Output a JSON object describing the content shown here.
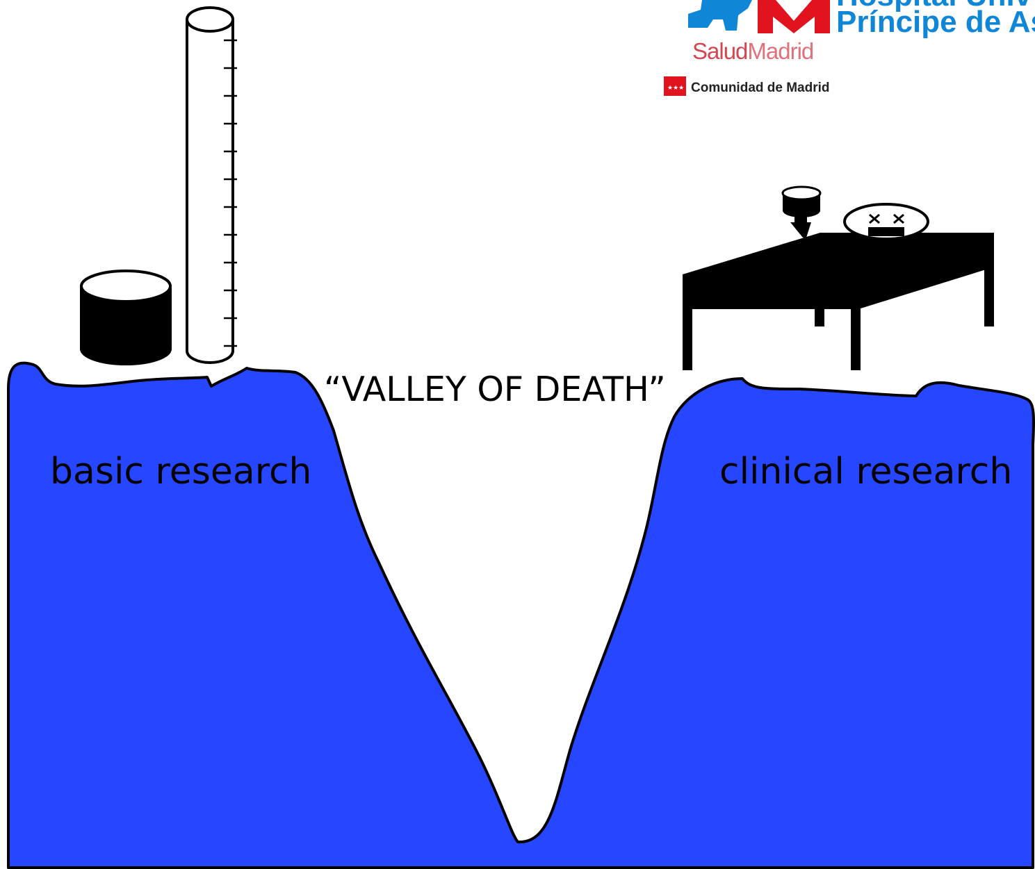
{
  "diagram": {
    "center_label": "“VALLEY OF DEATH”",
    "left_label": "basic research",
    "right_label": "clinical research"
  },
  "logos": {
    "hospital_name_line1": "Hospital Univ",
    "hospital_name_line2": "Príncipe de Ast",
    "salud_part1": "Salud",
    "salud_part2": "Madrid",
    "comunidad": "Comunidad de Madrid"
  },
  "colors": {
    "land": "#2647ff",
    "outline": "#000000",
    "logo_blue": "#0f86d6",
    "logo_red": "#e1131f",
    "salud_text": "#d4454f"
  },
  "icons": [
    "beaker-icon",
    "graduated-cylinder-icon",
    "hospital-bed-icon",
    "iv-drip-icon",
    "dead-patient-face-icon"
  ]
}
